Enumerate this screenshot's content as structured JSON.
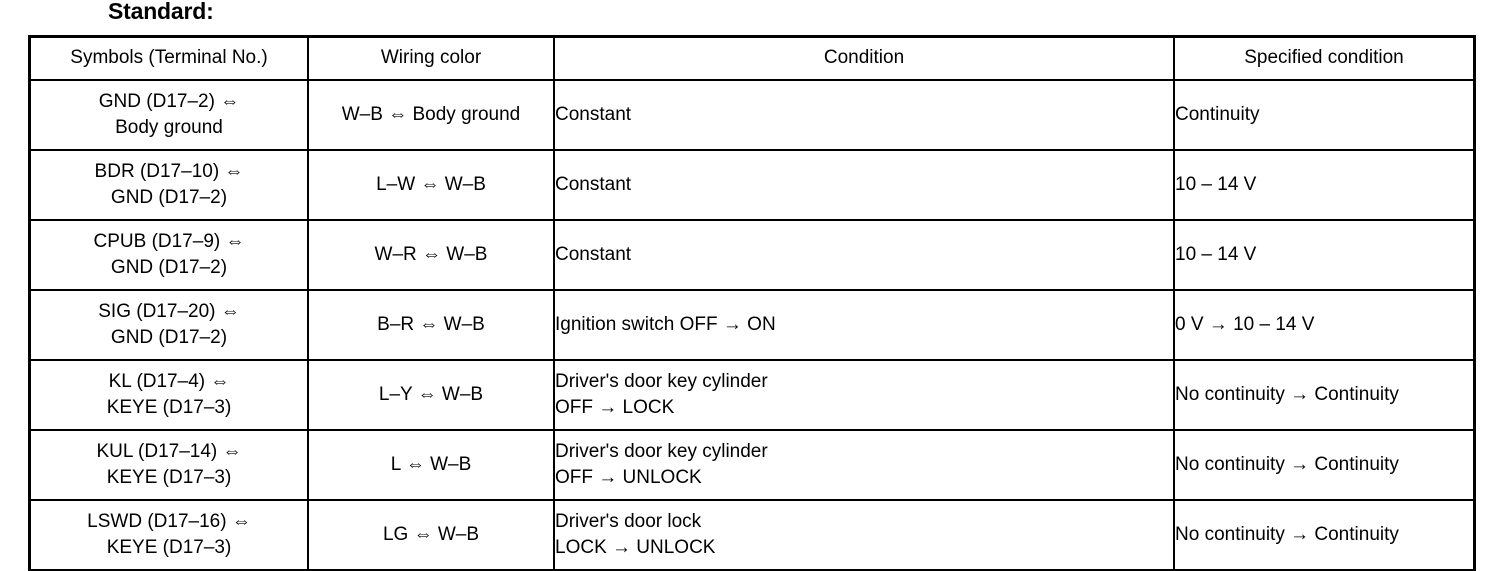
{
  "page": {
    "heading": "Standard:"
  },
  "table": {
    "columns": [
      "Symbols (Terminal No.)",
      "Wiring color",
      "Condition",
      "Specified condition"
    ],
    "rows": [
      {
        "symbol_line1": "GND (D17–2) ⇔",
        "symbol_line2": "Body ground",
        "wiring_color": "W–B ⇔ Body ground",
        "condition_line1": "Constant",
        "condition_line2": "",
        "specified_condition": "Continuity"
      },
      {
        "symbol_line1": "BDR (D17–10) ⇔",
        "symbol_line2": "GND (D17–2)",
        "wiring_color": "L–W ⇔ W–B",
        "condition_line1": "Constant",
        "condition_line2": "",
        "specified_condition": "10 – 14 V"
      },
      {
        "symbol_line1": "CPUB (D17–9) ⇔",
        "symbol_line2": "GND (D17–2)",
        "wiring_color": "W–R ⇔ W–B",
        "condition_line1": "Constant",
        "condition_line2": "",
        "specified_condition": "10 – 14 V"
      },
      {
        "symbol_line1": "SIG (D17–20) ⇔",
        "symbol_line2": "GND (D17–2)",
        "wiring_color": "B–R ⇔ W–B",
        "condition_line1": "Ignition switch OFF → ON",
        "condition_line2": "",
        "specified_condition": "0 V → 10 – 14 V"
      },
      {
        "symbol_line1": "KL (D17–4) ⇔",
        "symbol_line2": "KEYE (D17–3)",
        "wiring_color": "L–Y ⇔ W–B",
        "condition_line1": "Driver's door key cylinder",
        "condition_line2": "OFF → LOCK",
        "specified_condition": "No continuity → Continuity"
      },
      {
        "symbol_line1": "KUL (D17–14) ⇔",
        "symbol_line2": "KEYE (D17–3)",
        "wiring_color": "L ⇔ W–B",
        "condition_line1": "Driver's door key cylinder",
        "condition_line2": "OFF → UNLOCK",
        "specified_condition": "No continuity → Continuity"
      },
      {
        "symbol_line1": "LSWD (D17–16) ⇔",
        "symbol_line2": "KEYE (D17–3)",
        "wiring_color": "LG ⇔ W–B",
        "condition_line1": "Driver's door lock",
        "condition_line2": "LOCK → UNLOCK",
        "specified_condition": "No continuity → Continuity"
      }
    ]
  }
}
